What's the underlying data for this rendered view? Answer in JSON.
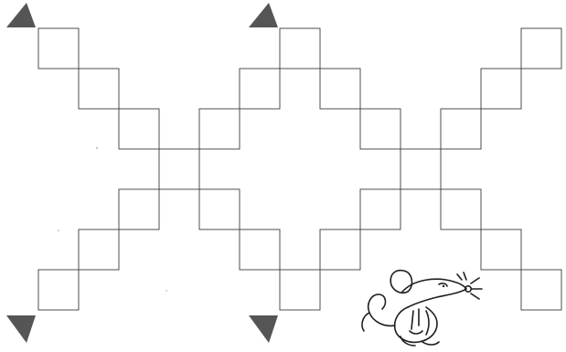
{
  "worksheet": {
    "background": "#ffffff",
    "line_color": "#3c3c3c",
    "arrow_color": "#555555",
    "patterns": [
      {
        "name": "x-pattern"
      },
      {
        "name": "diamond-pattern"
      },
      {
        "name": "x-pattern-partial"
      }
    ],
    "corner_arrows": [
      {
        "name": "arrow-top-left",
        "direction": "up-left"
      },
      {
        "name": "arrow-bottom-left",
        "direction": "down-left"
      },
      {
        "name": "arrow-top-middle",
        "direction": "up-left"
      },
      {
        "name": "arrow-bottom-middle",
        "direction": "down-left"
      }
    ],
    "illustration": "mouse-drawing"
  }
}
